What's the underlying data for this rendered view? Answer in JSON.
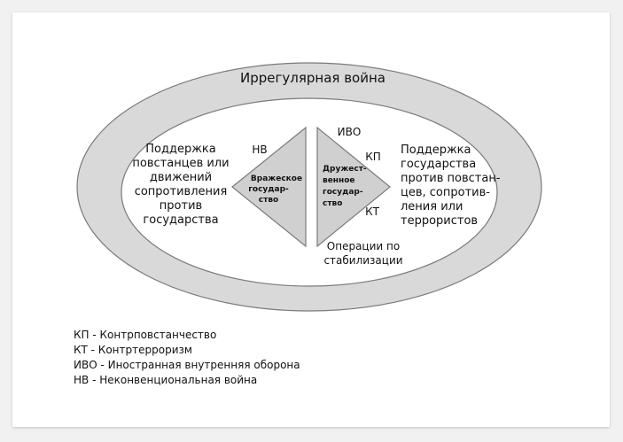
{
  "diagram": {
    "outer_label": "Иррегулярная война",
    "left_text": [
      "Поддержка",
      "повстанцев или",
      "движений",
      "сопротивления",
      "против",
      "государства"
    ],
    "right_text": [
      "Поддержка",
      "государства",
      "против повстан-",
      "цев, сопротив-",
      "ления или",
      "террористов"
    ],
    "left_triangle_label": [
      "Вражеское",
      "государ-",
      "ство"
    ],
    "right_triangle_label": [
      "Дружест-",
      "венное",
      "государ-",
      "ство"
    ],
    "tag_nv": "НВ",
    "tag_ivo": "ИВО",
    "tag_kp": "КП",
    "tag_kt": "КТ",
    "stabilization": [
      "Операции по",
      "стабилизации"
    ],
    "colors": {
      "outer_fill": "#d9d9d9",
      "inner_fill": "#ffffff",
      "triangle_fill": "#d0d0d0",
      "stroke": "#7a7a7a"
    }
  },
  "legend": [
    "КП - Контрповстанчество",
    "КТ - Контртерроризм",
    "ИВО - Иностранная внутренняя оборона",
    "НВ - Неконвенциональная война"
  ]
}
